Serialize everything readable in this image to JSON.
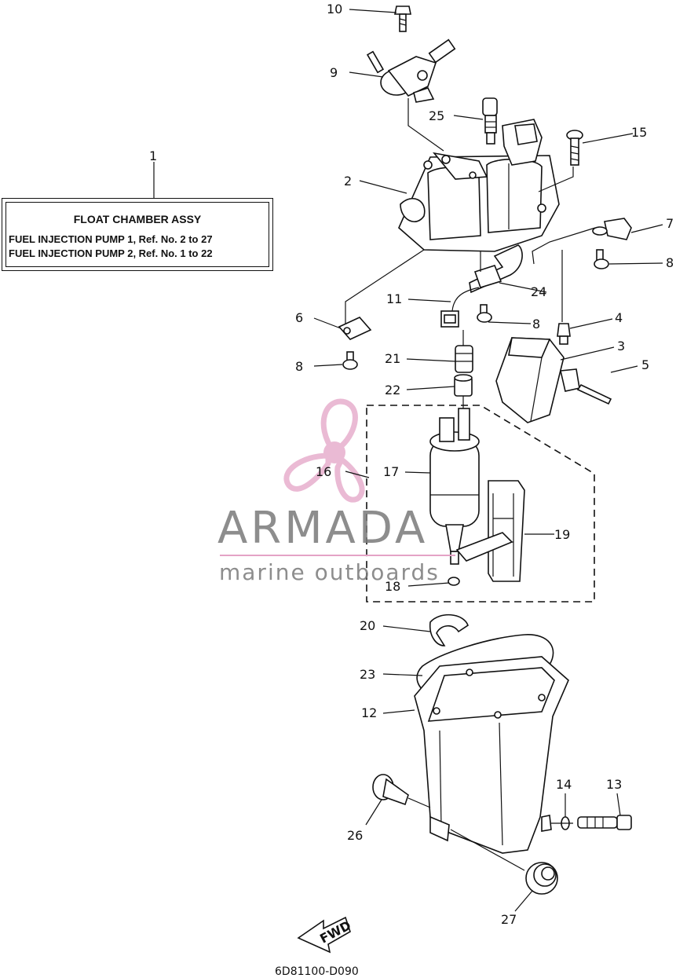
{
  "assembly_label": {
    "title": "FLOAT CHAMBER ASSY",
    "line1": "FUEL INJECTION PUMP 1,  Ref. No. 2 to 27",
    "line2": "FUEL INJECTION PUMP 2,  Ref. No. 1 to 22"
  },
  "callouts": {
    "c1": "1",
    "c2": "2",
    "c3": "3",
    "c4": "4",
    "c5": "5",
    "c6": "6",
    "c7": "7",
    "c8a": "8",
    "c8b": "8",
    "c8c": "8",
    "c9": "9",
    "c10": "10",
    "c11": "11",
    "c12": "12",
    "c13": "13",
    "c14": "14",
    "c15": "15",
    "c16": "16",
    "c17": "17",
    "c18": "18",
    "c19": "19",
    "c20": "20",
    "c21": "21",
    "c22": "22",
    "c23": "23",
    "c24": "24",
    "c25": "25",
    "c26": "26",
    "c27": "27"
  },
  "fwd_label": "FWD",
  "diagram_code": "6D81100-D090",
  "watermark": {
    "name": "ARMADA",
    "tagline": "marine outboards",
    "logo": "propeller-logo",
    "color_pink": "#e4a3c6",
    "color_gray": "#7a7a7a"
  }
}
